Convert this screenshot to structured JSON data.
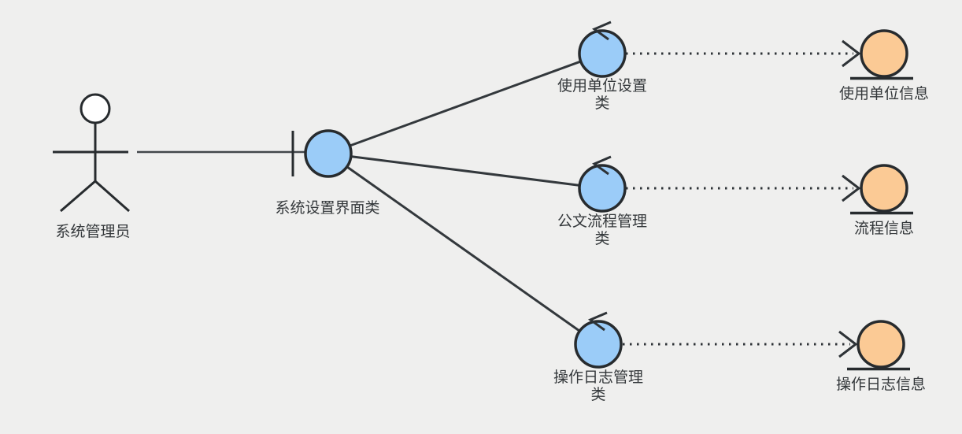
{
  "diagram": {
    "type": "uml-robustness-diagram",
    "background_color": "#efefee",
    "colors": {
      "control_boundary_fill": "#9bccf8",
      "entity_fill": "#fbca95",
      "shape_stroke": "#272b2e",
      "connector_stroke": "#33383c",
      "text": "#34383b"
    },
    "actor": {
      "label": "系统管理员"
    },
    "boundary": {
      "label": "系统设置界面类"
    },
    "controls": [
      {
        "label": "使用单位设置类",
        "line1": "使用单位设置",
        "line2": "类"
      },
      {
        "label": "公文流程管理类",
        "line1": "公文流程管理",
        "line2": "类"
      },
      {
        "label": "操作日志管理类",
        "line1": "操作日志管理",
        "line2": "类"
      }
    ],
    "entities": [
      {
        "label": "使用单位信息"
      },
      {
        "label": "流程信息"
      },
      {
        "label": "操作日志信息"
      }
    ],
    "edges": [
      {
        "from": "系统管理员",
        "to": "系统设置界面类",
        "style": "solid"
      },
      {
        "from": "系统设置界面类",
        "to": "使用单位设置类",
        "style": "solid"
      },
      {
        "from": "系统设置界面类",
        "to": "公文流程管理类",
        "style": "solid"
      },
      {
        "from": "系统设置界面类",
        "to": "操作日志管理类",
        "style": "solid"
      },
      {
        "from": "使用单位设置类",
        "to": "使用单位信息",
        "style": "dotted-open-arrow"
      },
      {
        "from": "公文流程管理类",
        "to": "流程信息",
        "style": "dotted-open-arrow"
      },
      {
        "from": "操作日志管理类",
        "to": "操作日志信息",
        "style": "dotted-open-arrow"
      }
    ]
  }
}
